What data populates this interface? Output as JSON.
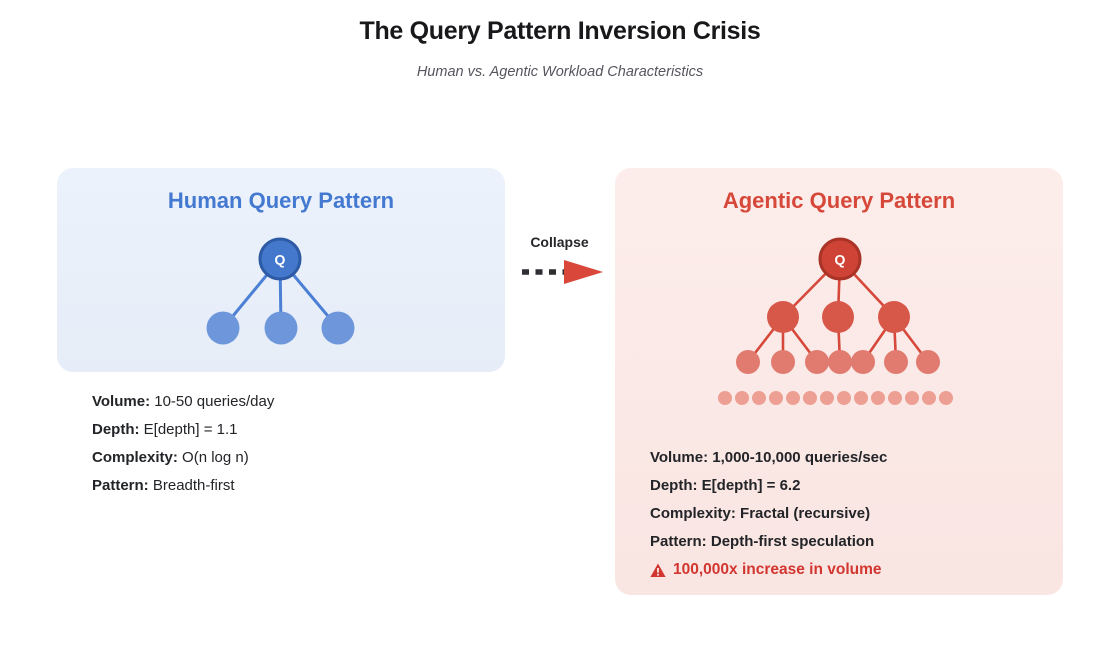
{
  "header": {
    "title": "The Query Pattern Inversion Crisis",
    "subtitle": "Human vs. Agentic Workload Characteristics"
  },
  "collapse": {
    "label": "Collapse"
  },
  "human_panel": {
    "title": "Human Query Pattern",
    "root_label": "Q",
    "tree": {
      "root": "Q",
      "level_counts": [
        3
      ]
    },
    "stats": [
      {
        "label": "Volume:",
        "value": "10-50 queries/day"
      },
      {
        "label": "Depth:",
        "value": "E[depth] = 1.1"
      },
      {
        "label": "Complexity:",
        "value": "O(n log n)"
      },
      {
        "label": "Pattern:",
        "value": "Breadth-first"
      }
    ]
  },
  "agentic_panel": {
    "title": "Agentic Query Pattern",
    "root_label": "Q",
    "tree": {
      "root": "Q",
      "level_counts": [
        3,
        7
      ],
      "overflow_dots": 14
    },
    "stats": [
      {
        "label": "Volume:",
        "value": "1,000-10,000 queries/sec"
      },
      {
        "label": "Depth:",
        "value": "E[depth] = 6.2"
      },
      {
        "label": "Complexity:",
        "value": "Fractal (recursive)"
      },
      {
        "label": "Pattern:",
        "value": "Depth-first speculation"
      }
    ],
    "warning": "100,000x increase in volume"
  },
  "colors": {
    "blue_title": "#4479d1",
    "blue_root": "#4478cd",
    "blue_root_stroke": "#2d5aa4",
    "blue_child": "#6e97db",
    "blue_line": "#4c80d5",
    "red_title": "#d6483a",
    "red_root": "#cf4336",
    "red_root_stroke": "#a83326",
    "red_level2": "#d75849",
    "red_level3": "#e17b6f",
    "red_dot": "#ed9f94",
    "warning_red": "#d23630",
    "panel_blue_bg": "#e9f0fa",
    "panel_red_bg": "#fbeae7"
  }
}
